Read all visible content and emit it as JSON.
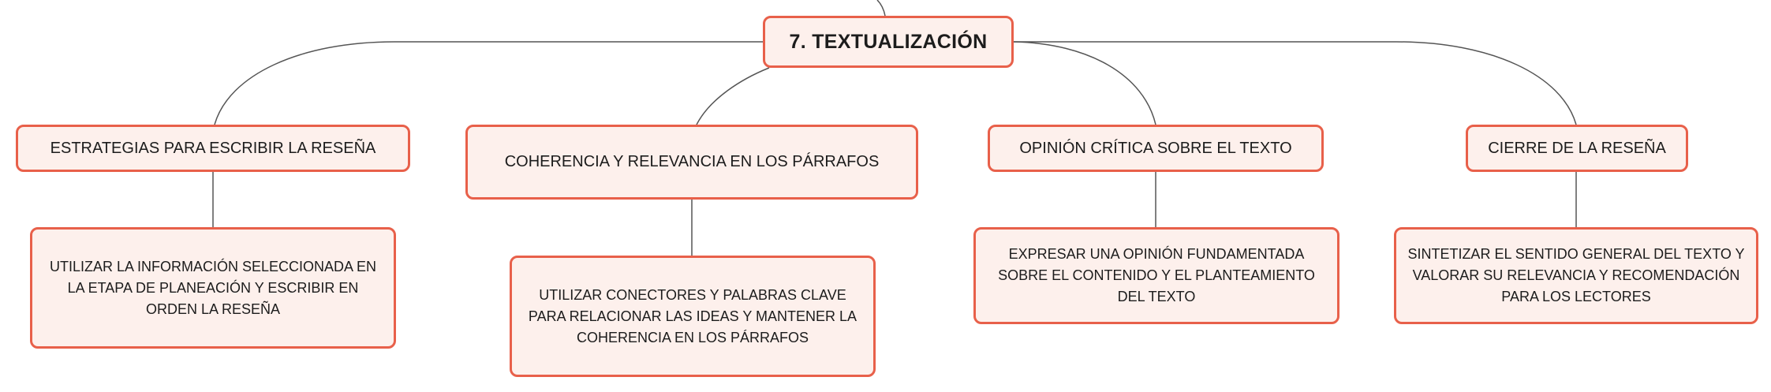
{
  "root": {
    "label": "7. TEXTUALIZACIÓN"
  },
  "branches": [
    {
      "label": "ESTRATEGIAS PARA ESCRIBIR LA RESEÑA",
      "detail": "UTILIZAR LA INFORMACIÓN SELECCIONADA EN LA ETAPA DE PLANEACIÓN Y ESCRIBIR EN ORDEN LA RESEÑA"
    },
    {
      "label": "COHERENCIA Y RELEVANCIA EN LOS PÁRRAFOS",
      "detail": "UTILIZAR CONECTORES Y PALABRAS CLAVE PARA RELACIONAR LAS IDEAS Y MANTENER LA COHERENCIA EN LOS PÁRRAFOS"
    },
    {
      "label": "OPINIÓN CRÍTICA SOBRE EL TEXTO",
      "detail": "EXPRESAR UNA OPINIÓN FUNDAMENTADA SOBRE EL CONTENIDO Y EL PLANTEAMIENTO DEL TEXTO"
    },
    {
      "label": "CIERRE DE LA RESEÑA",
      "detail": "SINTETIZAR EL SENTIDO GENERAL DEL TEXTO Y VALORAR SU RELEVANCIA Y RECOMENDACIÓN PARA LOS LECTORES"
    }
  ],
  "colors": {
    "node_fill": "#fdf0ec",
    "node_border": "#e8604a",
    "connector": "#555555",
    "text": "#1c1c1c"
  }
}
